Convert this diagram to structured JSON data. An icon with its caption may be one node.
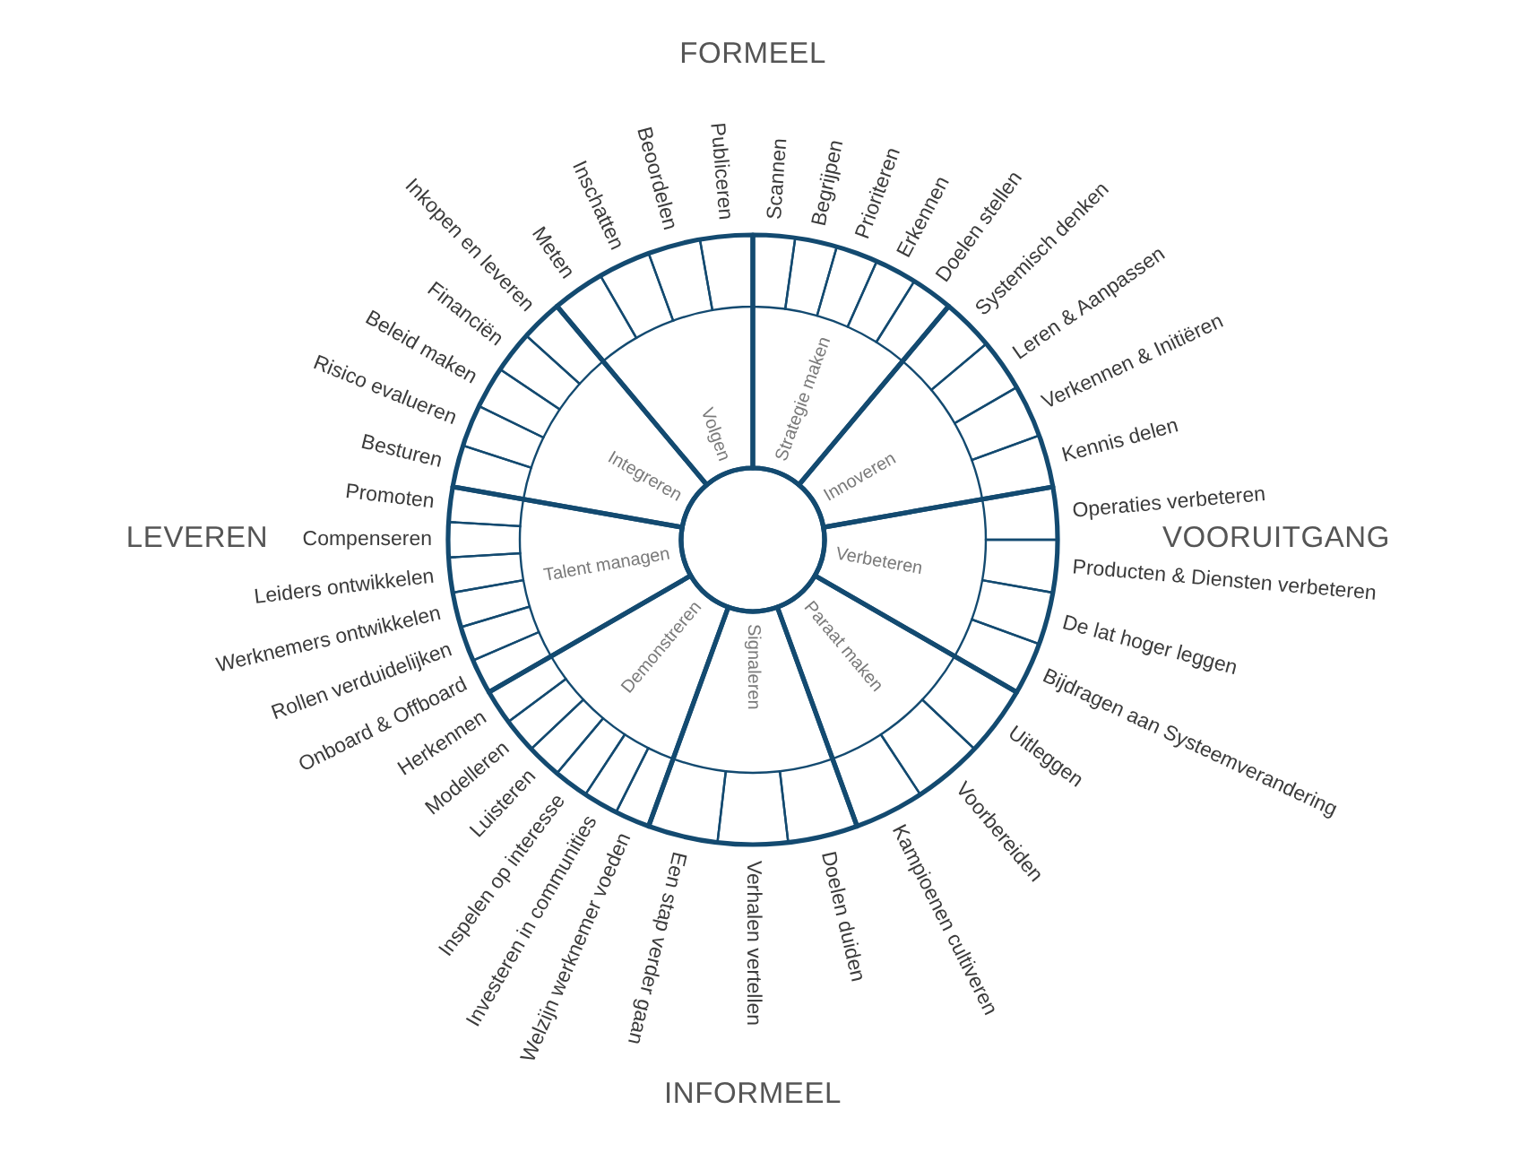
{
  "diagram": {
    "nodes": [
      {
        "text": [
          "Strategie maken"
        ],
        "beside": [
          "Scannen",
          "Begrijpen",
          "Prioriteren",
          "Erkennen",
          "Doelen stellen"
        ]
      },
      {
        "text": [
          "Innoveren"
        ],
        "beside": [
          "Systemisch denken",
          "Leren & Aanpassen",
          "Verkennen & Initiëren",
          "Kennis delen"
        ]
      },
      {
        "text": [
          "Verbeteren"
        ],
        "beside": [
          "Operaties verbeteren",
          "Producten & Diensten verbeteren",
          "De lat hoger leggen",
          "Bijdragen aan Systeemverandering"
        ]
      },
      {
        "text": [
          "Paraat maken"
        ],
        "beside": [
          "Uitleggen",
          "Voorbereiden",
          "Kampioenen cultiveren"
        ]
      },
      {
        "text": [
          "Signaleren"
        ],
        "beside": [
          "Doelen duiden",
          "Verhalen vertellen",
          "Een stap verder gaan"
        ]
      },
      {
        "text": [
          "Demonstreren"
        ],
        "beside": [
          "Welzijn werknemer voeden",
          "Investeren in communities",
          "Inspelen op interesse",
          "Luisteren",
          "Modelleren",
          "Herkennen"
        ]
      },
      {
        "text": [
          "Talent managen"
        ],
        "beside": [
          "Onboard & Offboard",
          "Rollen verduidelijken",
          "Werknemers ontwikkelen",
          "Leiders ontwikkelen",
          "Compenseren",
          "Promoten"
        ]
      },
      {
        "text": [
          "Integreren"
        ],
        "beside": [
          "Besturen",
          "Risico evalueren",
          "Beleid maken",
          "Financiën",
          "Inkopen en leveren"
        ]
      },
      {
        "text": [
          "Volgen"
        ],
        "beside": [
          "Meten",
          "Inschatten",
          "Beoordelen",
          "Publiceren"
        ]
      },
      {
        "text": [],
        "shape": "circle"
      }
    ],
    "labels": [
      "FORMEEL",
      "LEVEREN",
      "VOORUITGANG",
      "INFORMEEL"
    ]
  }
}
